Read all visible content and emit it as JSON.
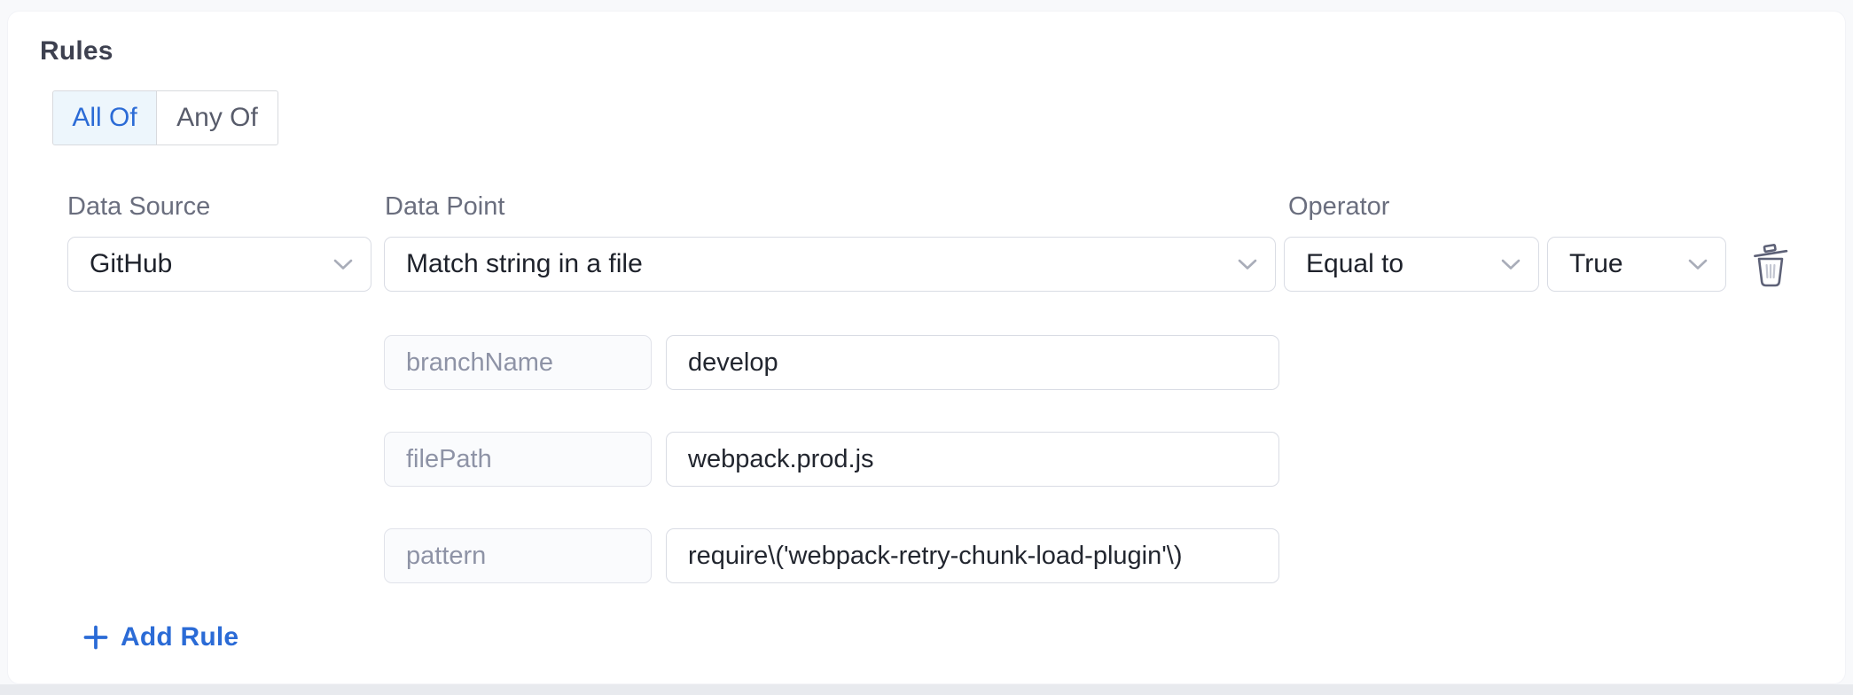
{
  "colors": {
    "accent_blue": "#2b6bd6",
    "selected_toggle_bg": "#edf6fc",
    "card_bg": "#ffffff",
    "page_bg_top": "#f8f9fb",
    "page_bg_bottom": "#e8eaee",
    "input_border": "#d9dce4",
    "label_gray": "#6a6e7e",
    "placeholder_gray": "#8e93a6",
    "trash_gray": "#5d6177"
  },
  "rules": {
    "title": "Rules",
    "match_mode": {
      "options": [
        {
          "label": "All Of",
          "selected": true
        },
        {
          "label": "Any Of",
          "selected": false
        }
      ]
    },
    "columns": {
      "data_source_label": "Data Source",
      "data_point_label": "Data Point",
      "operator_label": "Operator"
    },
    "rule": {
      "data_source": "GitHub",
      "data_point": "Match string in a file",
      "operator": "Equal to",
      "operator_value": "True",
      "params": [
        {
          "key": "branchName",
          "value": "develop"
        },
        {
          "key": "filePath",
          "value": "webpack.prod.js"
        },
        {
          "key": "pattern",
          "value": "require\\('webpack-retry-chunk-load-plugin'\\)"
        }
      ]
    },
    "add_rule_label": "Add Rule"
  }
}
